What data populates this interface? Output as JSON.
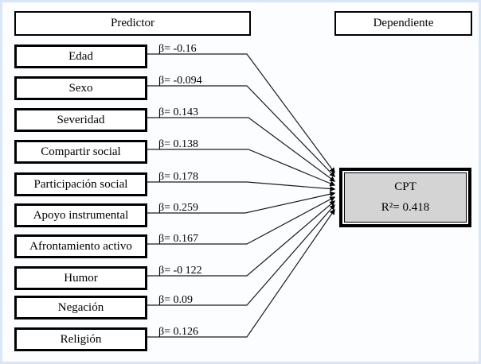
{
  "headers": {
    "predictor": "Predictor",
    "dependiente": "Dependiente"
  },
  "predictors": [
    {
      "label": "Edad",
      "beta": "β= -0.16"
    },
    {
      "label": "Sexo",
      "beta": "β= -0.094"
    },
    {
      "label": "Severidad",
      "beta": "β= 0.143"
    },
    {
      "label": "Compartir social",
      "beta": "β= 0.138"
    },
    {
      "label": "Participación social",
      "beta": "β= 0.178"
    },
    {
      "label": "Apoyo instrumental",
      "beta": "β= 0.259"
    },
    {
      "label": "Afrontamiento activo",
      "beta": "β= 0.167"
    },
    {
      "label": "Humor",
      "beta": "β= -0 122"
    },
    {
      "label": "Negación",
      "beta": "β= 0.09"
    },
    {
      "label": "Religión",
      "beta": "β= 0.126"
    }
  ],
  "dependent": {
    "label": "CPT",
    "r2": "R²= 0.418"
  },
  "colors": {
    "line": "#1c1c1c",
    "box_border": "#000000",
    "box_fill": "#ffffff",
    "dependent_fill": "#d4d4d4",
    "page_border": "#d9e6f7",
    "background": "#fcfdff"
  }
}
